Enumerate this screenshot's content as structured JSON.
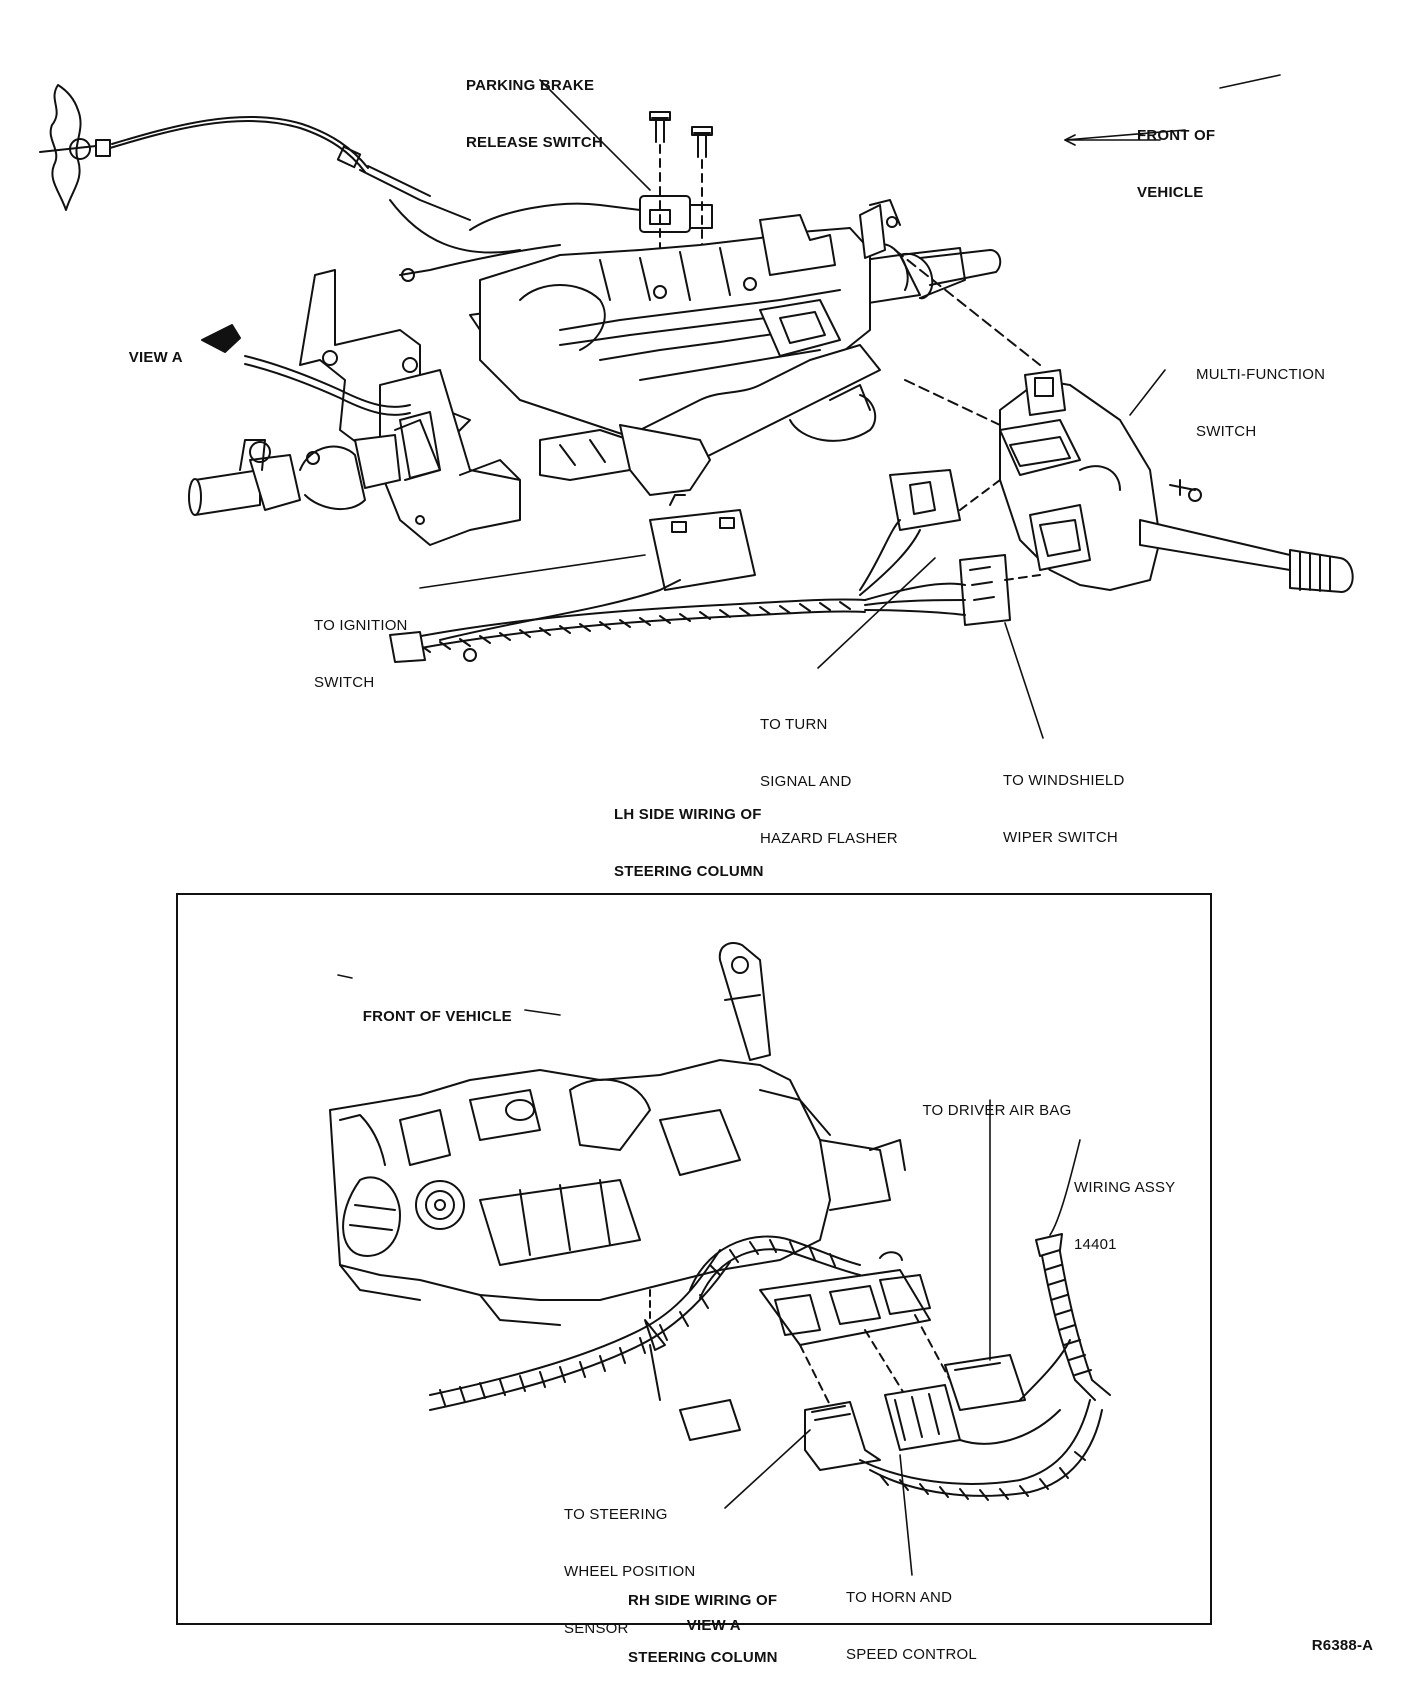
{
  "lh_view": {
    "parking_brake_switch": [
      "PARKING BRAKE",
      "RELEASE SWITCH"
    ],
    "front_of_vehicle": [
      "FRONT OF",
      "VEHICLE"
    ],
    "view_a_pointer": "VIEW A",
    "multi_function_switch": [
      "MULTI-FUNCTION",
      "SWITCH"
    ],
    "ignition_switch": [
      "TO IGNITION",
      "SWITCH"
    ],
    "turn_signal": [
      "TO TURN",
      "SIGNAL AND",
      "HAZARD FLASHER"
    ],
    "wiper_switch": [
      "TO WINDSHIELD",
      "WIPER SWITCH"
    ],
    "caption": [
      "LH SIDE WIRING OF",
      "STEERING COLUMN"
    ]
  },
  "rh_view": {
    "front_of_vehicle": "FRONT OF VEHICLE",
    "driver_air_bag": "TO DRIVER AIR BAG",
    "wiring_assy": [
      "WIRING ASSY",
      "14401"
    ],
    "steering_sensor": [
      "TO STEERING",
      "WHEEL POSITION",
      "SENSOR"
    ],
    "horn_speed": [
      "TO HORN AND",
      "SPEED CONTROL"
    ],
    "caption": [
      "RH SIDE WIRING OF",
      "STEERING COLUMN"
    ],
    "view_label": "VIEW A"
  },
  "figure_code": "R6388-A"
}
